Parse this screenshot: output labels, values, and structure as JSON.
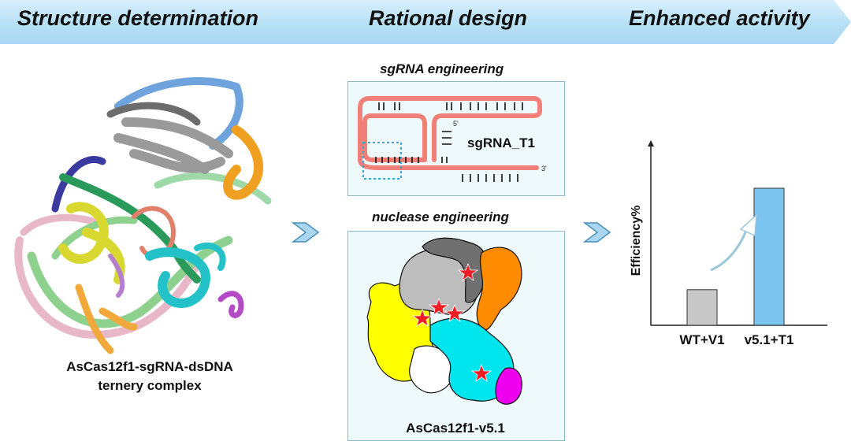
{
  "stages": [
    {
      "label": "Structure determination"
    },
    {
      "label": "Rational design"
    },
    {
      "label": "Enhanced activity"
    }
  ],
  "structure": {
    "caption_line1": "AsCas12f1-sgRNA-dsDNA",
    "caption_line2": "ternery complex"
  },
  "sgrna": {
    "title": "sgRNA engineering",
    "label": "sgRNA_T1",
    "five_prime": "5'",
    "three_prime": "3'"
  },
  "nuclease": {
    "title": "nuclease engineering",
    "caption": "AsCas12f1-v5.1"
  },
  "colors": {
    "banner": "#bfe3f5",
    "panel_bg": "#eef9fb",
    "rna_strand": "#f08077",
    "bar_wt": "#c8c8c8",
    "bar_v51": "#7cc4f0",
    "star": "#ee1c25",
    "domain_yellow": "#ffff00",
    "domain_cyan": "#00e5ee",
    "domain_orange": "#ff8c00",
    "domain_grey": "#bdbdbd",
    "domain_darkgrey": "#707070",
    "domain_magenta": "#ee00ee"
  },
  "chart_data": {
    "type": "bar",
    "ylabel": "Efficiency%",
    "xlabel": "",
    "categories": [
      "WT+V1",
      "v5.1+T1"
    ],
    "values": [
      1,
      3.85
    ],
    "ylim": [
      0,
      5.2
    ],
    "grid": false,
    "trend_arrow": "up"
  }
}
